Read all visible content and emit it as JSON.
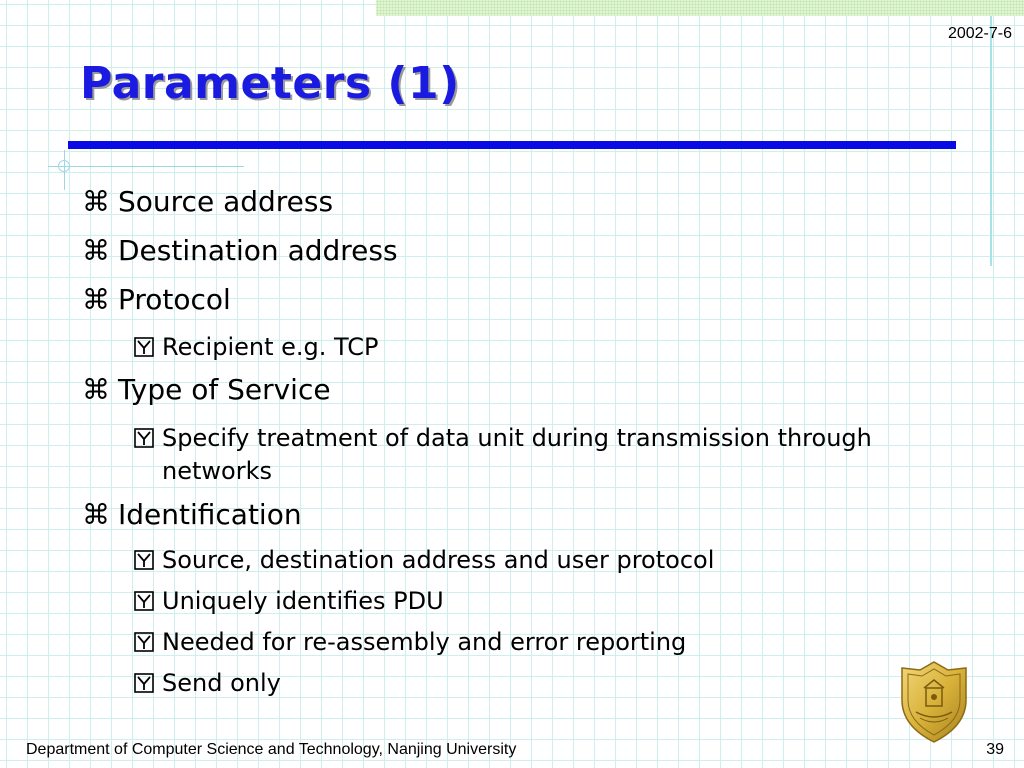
{
  "slide": {
    "date": "2002-7-6",
    "title": "Parameters (1)",
    "footer": "Department of Computer Science and Technology, Nanjing University",
    "page_number": "39"
  },
  "bullets": [
    {
      "level": 1,
      "text": "Source address"
    },
    {
      "level": 1,
      "text": "Destination address"
    },
    {
      "level": 1,
      "text": "Protocol"
    },
    {
      "level": 2,
      "text": "Recipient e.g. TCP"
    },
    {
      "level": 1,
      "text": "Type of Service"
    },
    {
      "level": 2,
      "text": "Specify treatment of data unit during transmission through networks"
    },
    {
      "level": 1,
      "text": "Identification"
    },
    {
      "level": 2,
      "text": "Source, destination address and user protocol"
    },
    {
      "level": 2,
      "text": "Uniquely identifies PDU"
    },
    {
      "level": 2,
      "text": "Needed for re-assembly and error reporting"
    },
    {
      "level": 2,
      "text": "Send only"
    }
  ],
  "icons": {
    "level1_marker": "command-key-icon",
    "level2_marker": "checked-box-icon",
    "logo": "university-crest-icon"
  },
  "colors": {
    "title": "#1a1ae0",
    "title_rule": "#0a0ae6",
    "grid": "#cfeeee",
    "logo_gold": "#d8b23a"
  }
}
